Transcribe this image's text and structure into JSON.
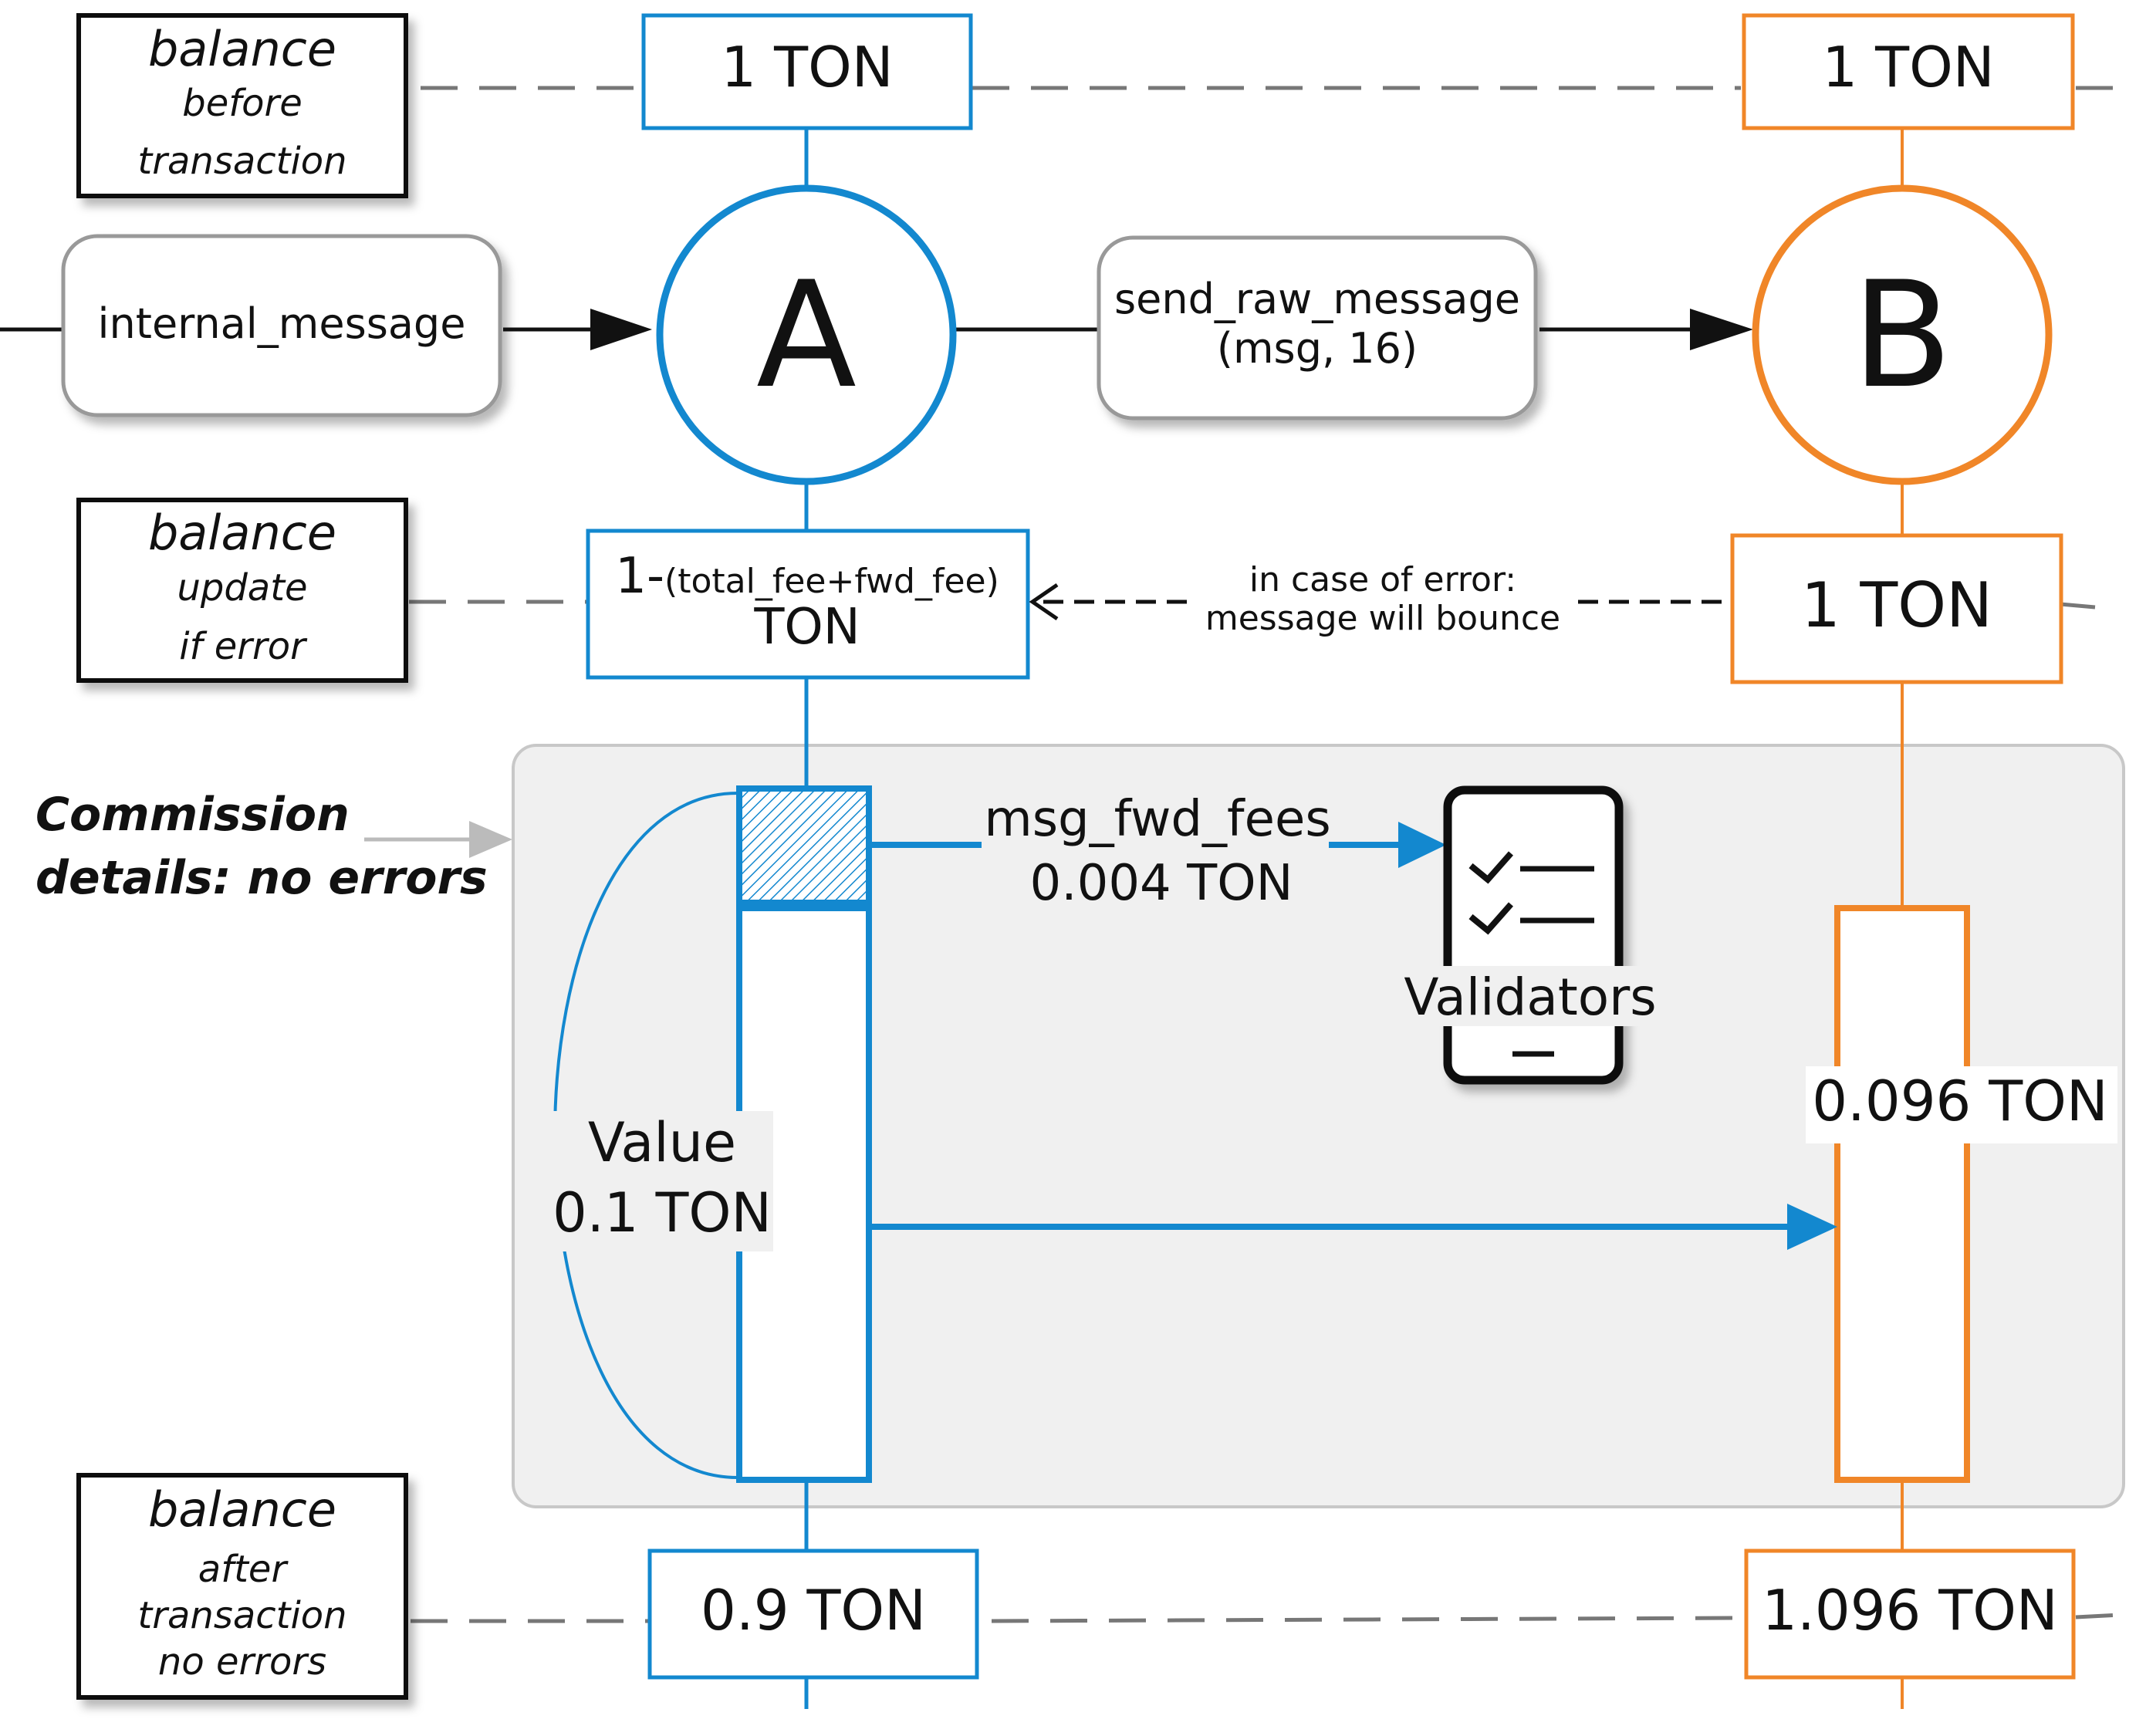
{
  "colors": {
    "account_a": "#1388CF",
    "account_b": "#F08628",
    "text": "#111111",
    "dash": "#777777",
    "pill_border": "#999999",
    "panel_fill": "#F0F0F0",
    "panel_border": "#C8C8C8",
    "commission_arrow": "#BBBBBB"
  },
  "row_labels": {
    "before": {
      "title": "balance",
      "line1": "before",
      "line2": "transaction"
    },
    "update": {
      "title": "balance",
      "line1": "update",
      "line2": "if error"
    },
    "after": {
      "title": "balance",
      "line1": "after",
      "line2": "transaction",
      "line3": "no errors"
    }
  },
  "accounts": {
    "a": {
      "label": "A",
      "balance_before": "1 TON",
      "balance_error_line1_prefix": "1-",
      "balance_error_line1_formula": "(total_fee+fwd_fee)",
      "balance_error_line2": "TON",
      "balance_after": "0.9 TON"
    },
    "b": {
      "label": "B",
      "balance_before": "1 TON",
      "balance_error": "1 TON",
      "balance_after": "1.096 TON"
    }
  },
  "messages": {
    "incoming": "internal_message",
    "send_line1": "send_raw_message",
    "send_line2": "(msg, 16)",
    "bounce_line1": "in case of error:",
    "bounce_line2": "message will bounce"
  },
  "commission": {
    "label_line1": "Commission",
    "label_line2": "details: no errors",
    "fwd_fee_label": "msg_fwd_fees",
    "fwd_fee_value": "0.004 TON",
    "validators_label": "Validators",
    "value_label": "Value",
    "value_amount": "0.1 TON",
    "b_received": "0.096 TON"
  },
  "icons": {
    "validators": "clipboard-checklist-icon"
  }
}
